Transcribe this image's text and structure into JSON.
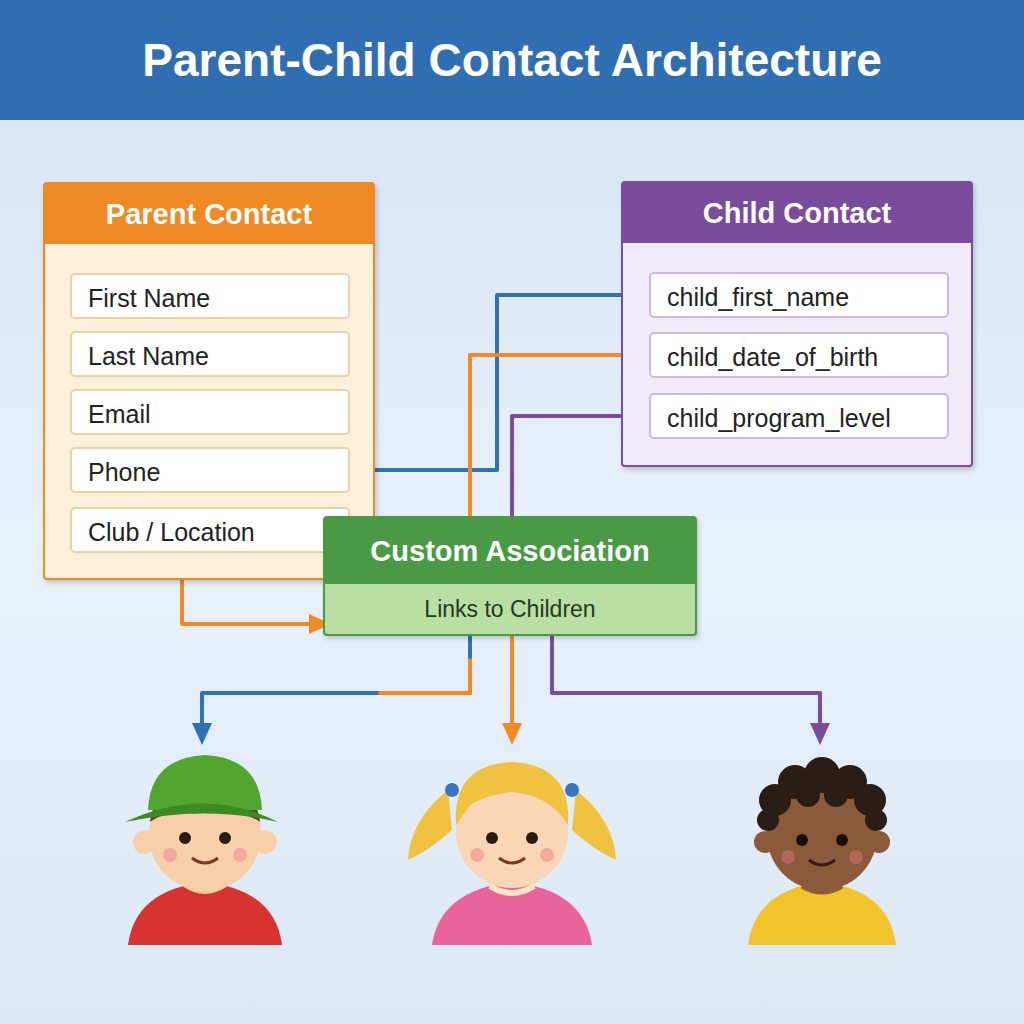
{
  "diagram": {
    "title": "Parent-Child Contact Architecture",
    "nodes": [
      {
        "text": [
          "Parent Contact"
        ]
      },
      {
        "text": [
          "First Name"
        ],
        "in": 0
      },
      {
        "text": [
          "Last Name"
        ],
        "in": 0
      },
      {
        "text": [
          "Email"
        ],
        "in": 0
      },
      {
        "text": [
          "Phone"
        ],
        "in": 0
      },
      {
        "text": [
          "Club / Location"
        ],
        "in": 0
      },
      {
        "text": [
          "Child Contact"
        ]
      },
      {
        "text": [
          "child_first_name"
        ],
        "in": 6
      },
      {
        "text": [
          "child_date_of_birth"
        ],
        "in": 6
      },
      {
        "text": [
          "child_program_level"
        ],
        "in": 6
      },
      {
        "text": [
          "Custom Association",
          "Links to Children"
        ]
      }
    ],
    "edges": [
      {
        "from": 0,
        "to": 10,
        "arrow": "to"
      },
      {
        "from": 0,
        "to": 7,
        "arrow": "to"
      },
      {
        "from": 10,
        "to": 8,
        "arrow": "to"
      },
      {
        "from": 10,
        "to": 9,
        "arrow": "to"
      }
    ]
  }
}
